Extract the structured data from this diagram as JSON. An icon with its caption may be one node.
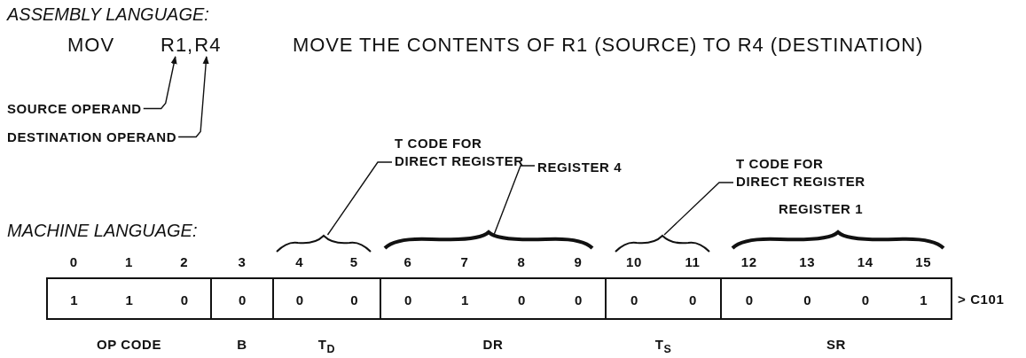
{
  "diagram": {
    "nodes": [
      {
        "text": [
          "R1,"
        ]
      },
      {
        "text": [
          "R4"
        ]
      },
      {
        "text": [
          "SOURCE OPERAND"
        ]
      },
      {
        "text": [
          "DESTINATION OPERAND"
        ]
      },
      {
        "text": [
          "T CODE FOR DIRECT REGISTER"
        ]
      },
      {
        "text": [
          "REGISTER 4"
        ]
      },
      {
        "text": [
          "T CODE FOR DIRECT REGISTER"
        ]
      },
      {
        "text": [
          "1",
          "1",
          "0"
        ],
        "beside": [
          "OP CODE"
        ]
      },
      {
        "text": [
          "0"
        ],
        "beside": [
          "B"
        ]
      },
      {
        "text": [
          "0",
          "0"
        ],
        "beside": [
          "T$_{D}$"
        ]
      },
      {
        "text": [
          "0",
          "1",
          "0",
          "0"
        ],
        "beside": [
          "DR"
        ]
      },
      {
        "text": [
          "0",
          "0"
        ],
        "beside": [
          "T$_{S}$"
        ]
      },
      {
        "text": [
          "0",
          "0",
          "0",
          "1"
        ],
        "beside": [
          "SR"
        ]
      }
    ],
    "edges": [
      {
        "from": 2,
        "to": 0,
        "arrow": "to"
      },
      {
        "from": 3,
        "to": 1,
        "arrow": "to"
      },
      {
        "from": 4,
        "to": 9,
        "arrow": "none"
      },
      {
        "from": 5,
        "to": 10,
        "arrow": "none"
      },
      {
        "from": 6,
        "to": 11,
        "arrow": "none"
      }
    ],
    "labels": [
      "ASSEMBLY LANGUAGE:",
      "MOV",
      "MOVE THE CONTENTS OF R1 (SOURCE) TO R4 (DESTINATION)",
      "REGISTER 1",
      "MACHINE LANGUAGE:",
      "0",
      "1",
      "2",
      "3",
      "4",
      "5",
      "6",
      "7",
      "8",
      "9",
      "10",
      "11",
      "12",
      "13",
      "14",
      "15",
      "> C101"
    ]
  }
}
